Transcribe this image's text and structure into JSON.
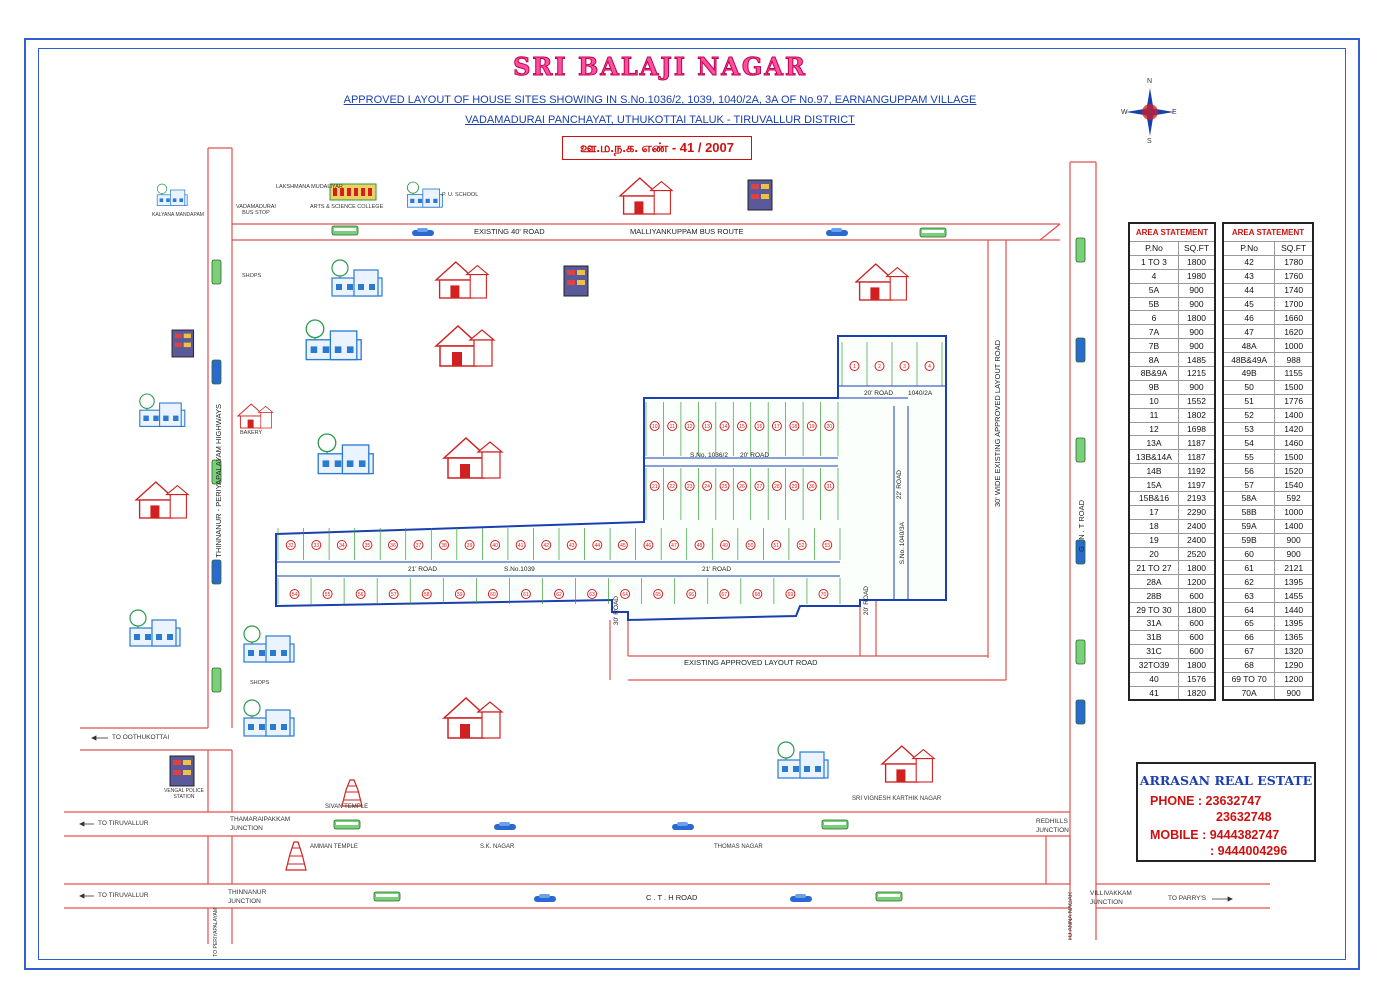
{
  "title": "SRI BALAJI NAGAR",
  "subtitle_1": "APPROVED LAYOUT OF HOUSE SITES SHOWING IN S.No.1036/2, 1039, 1040/2A, 3A OF No.97, EARNANGUPPAM VILLAGE",
  "subtitle_2": "VADAMADURAI PANCHAYAT, UTHUKOTTAI TALUK - TIRUVALLUR DISTRICT",
  "permit_no": "ஊ.ம.ந.க. எண் - 41 / 2007",
  "compass": {
    "n": "N",
    "s": "S",
    "e": "E",
    "w": "W"
  },
  "colors": {
    "frame": "#2f5fd0",
    "road": "#e05050",
    "plot_boundary": "#1a3fb0",
    "plot_lines": "#3a9a3a",
    "title": "#ff4fa0"
  },
  "roads": {
    "existing_40": "EXISTING 40' ROAD",
    "bus_route": "MALLIYANKUPPAM BUS ROUTE",
    "approved_30": "30' WIDE EXISTING APPROVED LAYOUT ROAD",
    "gnt": "G . N . T   ROAD",
    "highway": "THINNANUR - PERIYAPALAYAM HIGHWAYS",
    "existing_approved": "EXISTING APPROVED LAYOUT ROAD",
    "cth": "C . T . H   ROAD",
    "road_20a": "20' ROAD",
    "road_20b": "20' ROAD",
    "road_21a": "21' ROAD",
    "road_21b": "21' ROAD",
    "road_22": "22' ROAD",
    "road_30": "30' ROAD",
    "road_20v": "20' ROAD"
  },
  "survey": {
    "s1036": "S.No. 1036/2",
    "s1039": "S.No.1039",
    "s1040": "S.No. 1040/3A",
    "s1040_2a": "1040/2A"
  },
  "landmarks": {
    "kalyana": "KALYANA MANDAPAM",
    "bus_stop": "VADAMADURAI BUS STOP",
    "college_1": "LAKSHMANA MUDALIYAR",
    "college_2": "ARTS & SCIENCE COLLEGE",
    "school": "P. U. SCHOOL",
    "shops_1": "SHOPS",
    "bakery": "BAKERY",
    "shops_2": "SHOPS",
    "police": "VENGAL POLICE STATION",
    "sivan": "SIVAN TEMPLE",
    "amman": "AMMAN TEMPLE",
    "sk_nagar": "S.K. NAGAR",
    "thomas": "THOMAS NAGAR",
    "vignesh": "SRI VIGNESH KARTHIK NAGAR",
    "thamarai_1": "THAMARAIPAKKAM",
    "thamarai_2": "JUNCTION",
    "thinnanur_1": "THINNANUR",
    "thinnanur_2": "JUNCTION",
    "redhills_1": "REDHILLS",
    "redhills_2": "JUNCTION",
    "villi_1": "VILLIVAKKAM",
    "villi_2": "JUNCTION",
    "to_oothu": "TO OOTHUKOTTAI",
    "to_tiru_1": "TO TIRUVALLUR",
    "to_tiru_2": "TO TIRUVALLUR",
    "to_parrys": "TO PARRY'S",
    "to_anna": "TO ANNA NAGAR",
    "to_periya": "TO PERIYAPALAYAM"
  },
  "area_header": "AREA STATEMENT",
  "col_pno": "P.No",
  "col_sqft": "SQ.FT",
  "area_table_1": [
    [
      "1 TO 3",
      "1800"
    ],
    [
      "4",
      "1980"
    ],
    [
      "5A",
      "900"
    ],
    [
      "5B",
      "900"
    ],
    [
      "6",
      "1800"
    ],
    [
      "7A",
      "900"
    ],
    [
      "7B",
      "900"
    ],
    [
      "8A",
      "1485"
    ],
    [
      "8B&9A",
      "1215"
    ],
    [
      "9B",
      "900"
    ],
    [
      "10",
      "1552"
    ],
    [
      "11",
      "1802"
    ],
    [
      "12",
      "1698"
    ],
    [
      "13A",
      "1187"
    ],
    [
      "13B&14A",
      "1187"
    ],
    [
      "14B",
      "1192"
    ],
    [
      "15A",
      "1197"
    ],
    [
      "15B&16",
      "2193"
    ],
    [
      "17",
      "2290"
    ],
    [
      "18",
      "2400"
    ],
    [
      "19",
      "2400"
    ],
    [
      "20",
      "2520"
    ],
    [
      "21 TO 27",
      "1800"
    ],
    [
      "28A",
      "1200"
    ],
    [
      "28B",
      "600"
    ],
    [
      "29 TO 30",
      "1800"
    ],
    [
      "31A",
      "600"
    ],
    [
      "31B",
      "600"
    ],
    [
      "31C",
      "600"
    ],
    [
      "32TO39",
      "1800"
    ],
    [
      "40",
      "1576"
    ],
    [
      "41",
      "1820"
    ]
  ],
  "area_table_2": [
    [
      "42",
      "1780"
    ],
    [
      "43",
      "1760"
    ],
    [
      "44",
      "1740"
    ],
    [
      "45",
      "1700"
    ],
    [
      "46",
      "1660"
    ],
    [
      "47",
      "1620"
    ],
    [
      "48A",
      "1000"
    ],
    [
      "48B&49A",
      "988"
    ],
    [
      "49B",
      "1155"
    ],
    [
      "50",
      "1500"
    ],
    [
      "51",
      "1776"
    ],
    [
      "52",
      "1400"
    ],
    [
      "53",
      "1420"
    ],
    [
      "54",
      "1460"
    ],
    [
      "55",
      "1500"
    ],
    [
      "56",
      "1520"
    ],
    [
      "57",
      "1540"
    ],
    [
      "58A",
      "592"
    ],
    [
      "58B",
      "1000"
    ],
    [
      "59A",
      "1400"
    ],
    [
      "59B",
      "900"
    ],
    [
      "60",
      "900"
    ],
    [
      "61",
      "2121"
    ],
    [
      "62",
      "1395"
    ],
    [
      "63",
      "1455"
    ],
    [
      "64",
      "1440"
    ],
    [
      "65",
      "1395"
    ],
    [
      "66",
      "1365"
    ],
    [
      "67",
      "1320"
    ],
    [
      "68",
      "1290"
    ],
    [
      "69 TO 70",
      "1200"
    ],
    [
      "70A",
      "900"
    ]
  ],
  "contact": {
    "company": "ARRASAN REAL ESTATE",
    "phone_label": "PHONE : 23632747",
    "phone_2": "23632748",
    "mobile_label": "MOBILE : 9444382747",
    "mobile_2": ": 9444004296"
  },
  "plots_top": [
    "1",
    "2",
    "3",
    "4"
  ],
  "plots_row_a": [
    "10",
    "11",
    "12",
    "13",
    "14",
    "15",
    "16",
    "17",
    "18",
    "19",
    "20"
  ],
  "plots_row_b": [
    "21",
    "22",
    "23",
    "24",
    "25",
    "26",
    "27",
    "28",
    "29",
    "30",
    "31"
  ],
  "plots_row_c": [
    "32",
    "33",
    "34",
    "35",
    "36",
    "37",
    "38",
    "39",
    "40",
    "41",
    "42",
    "43",
    "44",
    "45",
    "46",
    "47",
    "48",
    "49",
    "50",
    "51",
    "52",
    "53"
  ],
  "plots_row_d": [
    "54",
    "55",
    "56",
    "57",
    "58",
    "59",
    "60",
    "61",
    "62",
    "63",
    "64",
    "65",
    "66",
    "67",
    "68",
    "69",
    "70"
  ]
}
